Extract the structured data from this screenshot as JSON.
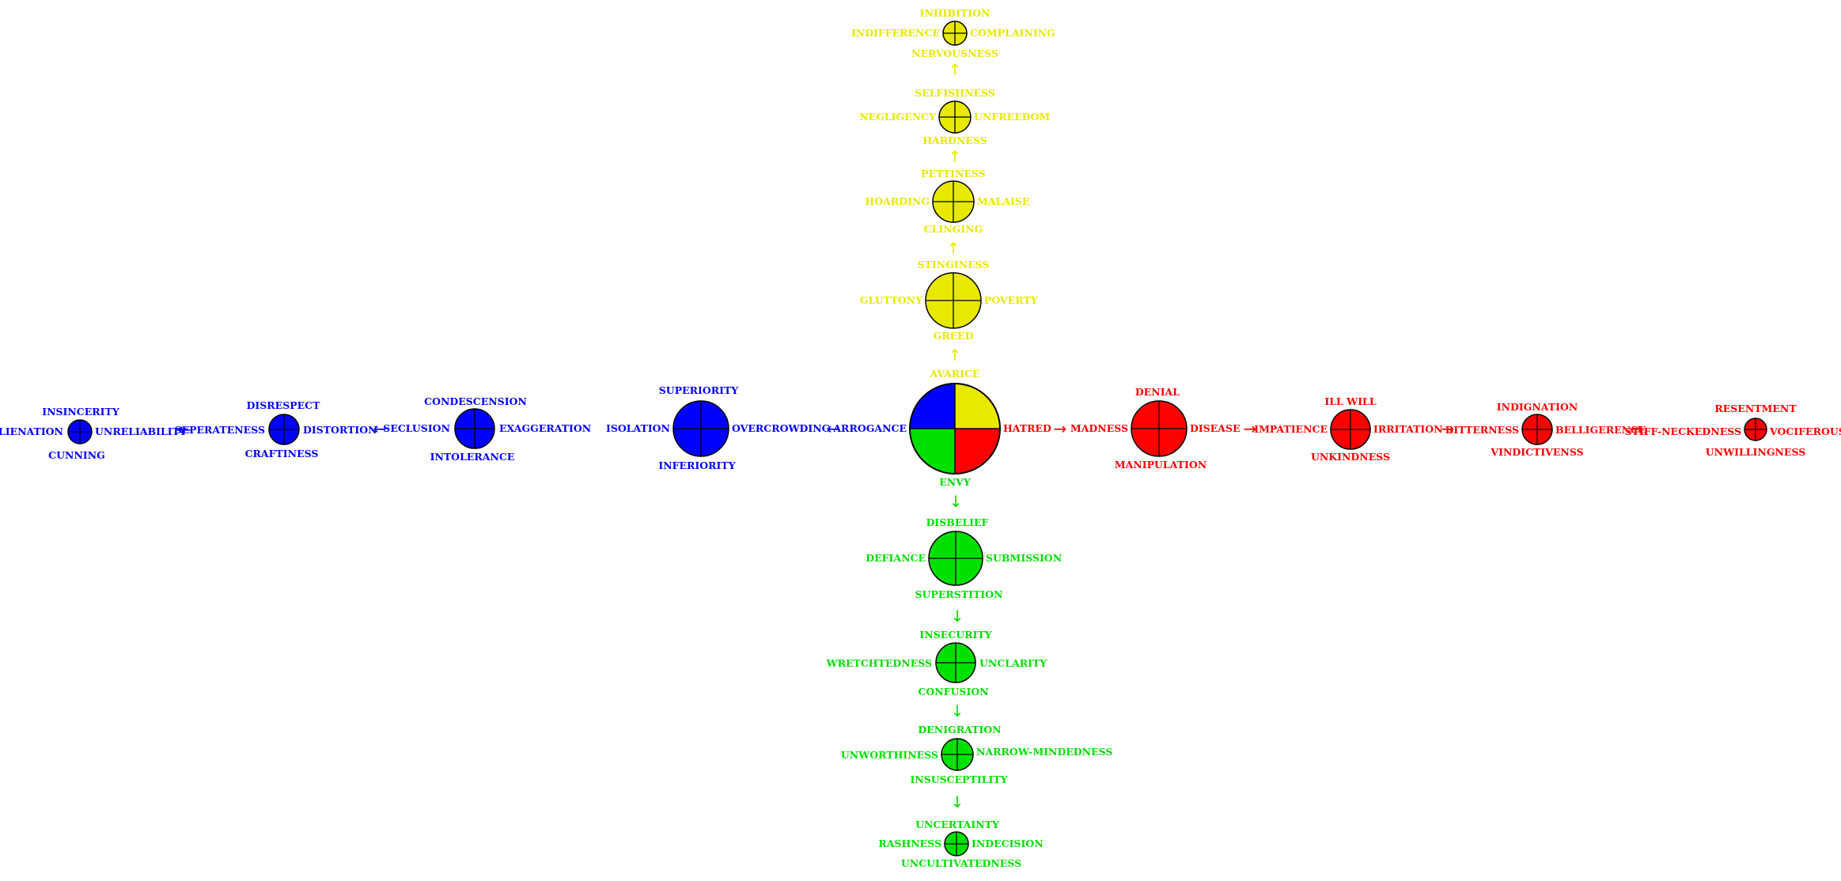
{
  "colors": {
    "yellow": "#e8e800",
    "red": "#ff0000",
    "green": "#00e000",
    "blue": "#0000ff",
    "outline": "#000000"
  },
  "arrow_glyphs": {
    "up": "↑",
    "down": "↓",
    "left": "←",
    "right": "→"
  },
  "center": {
    "avarice": "AVARICE",
    "hatred": "HATRED",
    "envy": "ENVY",
    "arrogance": "ARROGANCE"
  },
  "branches": {
    "yellow": [
      {
        "top": "STINGINESS",
        "left": "GLUTTONY",
        "right": "POVERTY",
        "bottom": "GREED"
      },
      {
        "top": "PETTINESS",
        "left": "HOARDING",
        "right": "MALAISE",
        "bottom": "CLINGING"
      },
      {
        "top": "SELFISHNESS",
        "left": "NEGLIGENCY",
        "right": "UNFREEDOM",
        "bottom": "HARDNESS"
      },
      {
        "top": "INHIBITION",
        "left": "INDIFFERENCE",
        "right": "COMPLAINING",
        "bottom": "NERVOUSNESS"
      }
    ],
    "red": [
      {
        "top": "DENIAL",
        "left": "MADNESS",
        "right": "DISEASE",
        "bottom": "MANIPULATION"
      },
      {
        "top": "ILL WILL",
        "left": "IMPATIENCE",
        "right": "IRRITATION",
        "bottom": "UNKINDNESS"
      },
      {
        "top": "INDIGNATION",
        "left": "BITTERNESS",
        "right": "BELLIGERENCE",
        "bottom": "VINDICTIVENSS"
      },
      {
        "top": "RESENTMENT",
        "left": "STIFF-NECKEDNESS",
        "right": "VOCIFEROUS",
        "bottom": "UNWILLINGNESS"
      }
    ],
    "green": [
      {
        "top": "DISBELIEF",
        "left": "DEFIANCE",
        "right": "SUBMISSION",
        "bottom": "SUPERSTITION"
      },
      {
        "top": "INSECURITY",
        "left": "WRETCHTEDNESS",
        "right": "UNCLARITY",
        "bottom": "CONFUSION"
      },
      {
        "top": "DENIGRATION",
        "left": "UNWORTHINESS",
        "right": "NARROW-MINDEDNESS",
        "bottom": "INSUSCEPTILITY"
      },
      {
        "top": "UNCERTAINTY",
        "left": "RASHNESS",
        "right": "INDECISION",
        "bottom": "UNCULTIVATEDNESS"
      }
    ],
    "blue": [
      {
        "top": "SUPERIORITY",
        "left": "ISOLATION",
        "right": "OVERCROWDING",
        "bottom": "INFERIORITY"
      },
      {
        "top": "CONDESCENSION",
        "left": "SECLUSION",
        "right": "EXAGGERATION",
        "bottom": "INTOLERANCE"
      },
      {
        "top": "DISRESPECT",
        "left": "SEPERATENESS",
        "right": "DISTORTION",
        "bottom": "CRAFTINESS"
      },
      {
        "top": "INSINCERITY",
        "left": "ALIENATION",
        "right": "UNRELIABILITY",
        "bottom": "CUNNING"
      }
    ]
  }
}
